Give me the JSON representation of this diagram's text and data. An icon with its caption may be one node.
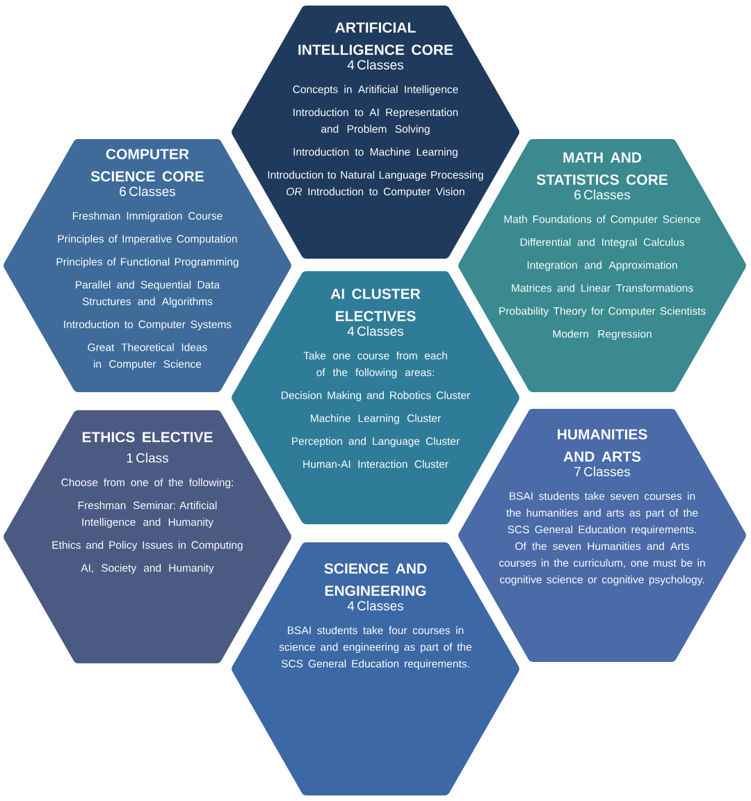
{
  "diagram": {
    "nodes": [
      {
        "text": [
          "ARTIFICIAL INTELLIGENCE CORE",
          "4 Classes",
          "Concepts in Aritificial Intelligence",
          "Introduction to AI Representation and Problem Solving",
          "Introduction to Machine Learning",
          "Introduction to Natural Language Processing *OR* Introduction to Computer Vision"
        ]
      },
      {
        "text": [
          "COMPUTER SCIENCE CORE",
          "6 Classes",
          "Freshman Immigration Course",
          "Principles of Imperative Computation",
          "Principles of Functional Programming",
          "Parallel and Sequential Data Structures and Algorithms",
          "Introduction to Computer Systems",
          "Great Theoretical Ideas in Computer Science"
        ]
      },
      {
        "text": [
          "MATH AND STATISTICS CORE",
          "6 Classes",
          "Math Foundations of Computer Science",
          "Differential and Integral Calculus",
          "Integration and Approximation",
          "Matrices and Linear Transformations",
          "Probability Theory for Computer Scientists",
          "Modern Regression"
        ]
      },
      {
        "text": [
          "AI CLUSTER ELECTIVES",
          "4 Classes",
          "Take one course from each of the following areas:",
          "Decision Making and Robotics Cluster",
          "Machine Learning Cluster",
          "Perception and Language Cluster",
          "Human-AI Interaction Cluster"
        ]
      },
      {
        "text": [
          "ETHICS ELECTIVE",
          "1 Class",
          "Choose from one of the following:",
          "Freshman Seminar: Artificial Intelligence and Humanity",
          "Ethics and Policy Issues in Computing",
          "AI, Society and Humanity"
        ]
      },
      {
        "text": [
          "HUMANITIES AND ARTS",
          "7 Classes",
          "BSAI students take seven courses in the humanities and arts as part of the SCS General Education requirements. Of the seven Humanities and Arts courses in the curriculum, one must be in cognitive science or cognitive psychology."
        ]
      },
      {
        "text": [
          "SCIENCE AND ENGINEERING",
          "4 Classes",
          "BSAI students take four courses in science and engineering as part of the SCS General Education requirements."
        ]
      }
    ]
  }
}
